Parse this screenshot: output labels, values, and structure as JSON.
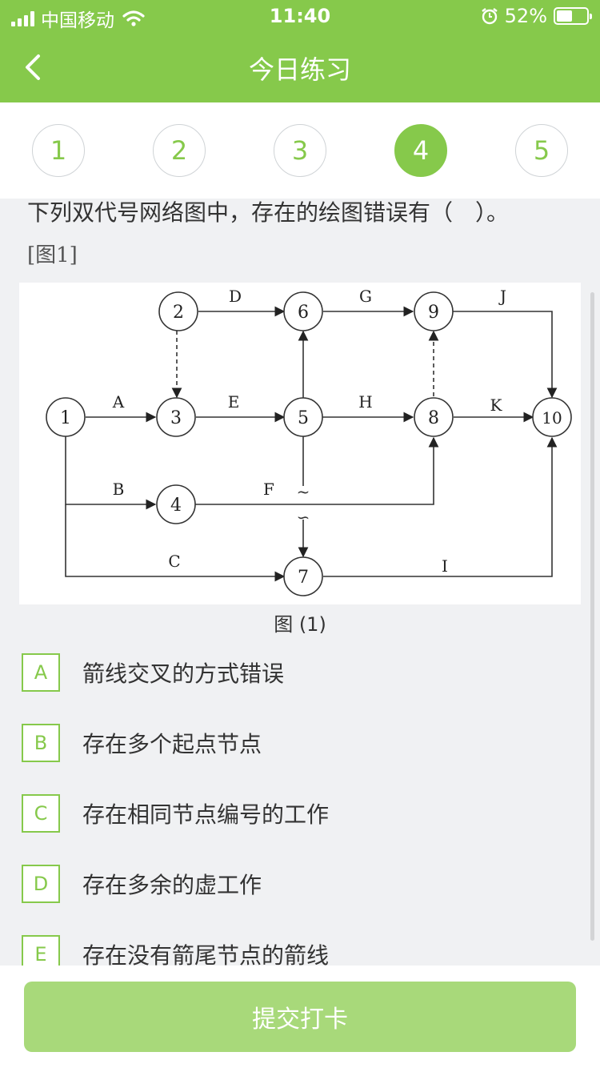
{
  "status": {
    "carrier": "中国移动",
    "time": "11:40",
    "battery": "52%",
    "battery_level": 0.52
  },
  "nav": {
    "title": "今日练习"
  },
  "tabs": [
    {
      "label": "1",
      "active": false
    },
    {
      "label": "2",
      "active": false
    },
    {
      "label": "3",
      "active": false
    },
    {
      "label": "4",
      "active": true
    },
    {
      "label": "5",
      "active": false
    }
  ],
  "question": {
    "text": "下列双代号网络图中，存在的绘图错误有（　）。",
    "ref": "[图1]",
    "caption": "图 (1)"
  },
  "diagram": {
    "nodes": [
      "1",
      "2",
      "3",
      "4",
      "5",
      "6",
      "7",
      "8",
      "9",
      "10"
    ],
    "activities": [
      "A",
      "B",
      "C",
      "D",
      "E",
      "F",
      "G",
      "H",
      "I",
      "J",
      "K"
    ],
    "crossing_marks": [
      "~",
      "∽"
    ]
  },
  "options": [
    {
      "letter": "A",
      "text": "箭线交叉的方式错误"
    },
    {
      "letter": "B",
      "text": "存在多个起点节点"
    },
    {
      "letter": "C",
      "text": "存在相同节点编号的工作"
    },
    {
      "letter": "D",
      "text": "存在多余的虚工作"
    },
    {
      "letter": "E",
      "text": "存在没有箭尾节点的箭线"
    }
  ],
  "submit_label": "提交打卡",
  "colors": {
    "primary": "#86c94b",
    "submit_disabled": "#a8d97a",
    "background": "#f0f1f3"
  }
}
